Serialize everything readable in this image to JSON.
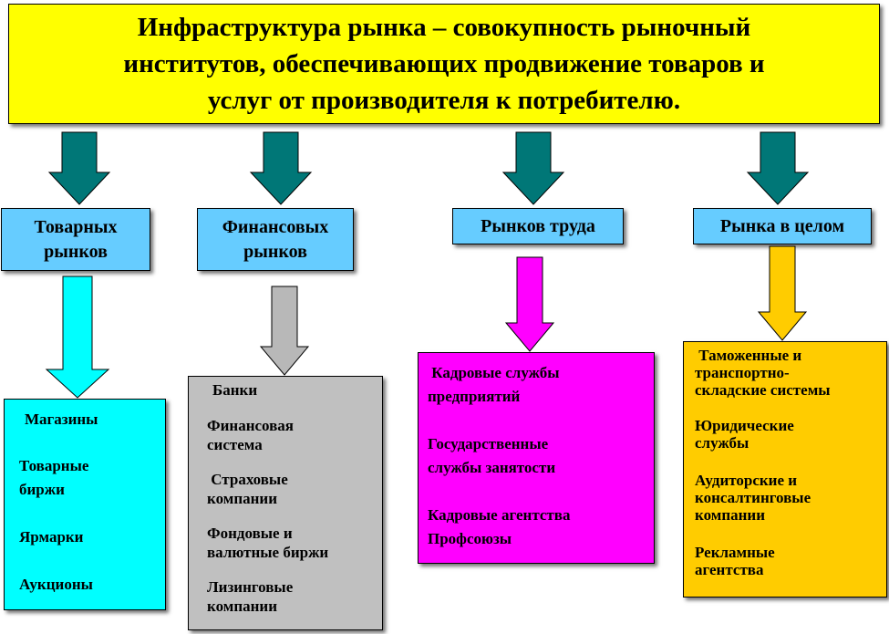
{
  "colors": {
    "title_bg": "#ffff00",
    "category_bg": "#66ccff",
    "arrow_teal": "#007777",
    "arrow_cyan": "#00ffff",
    "arrow_gray": "#b8b8b8",
    "arrow_magenta": "#ff00ff",
    "arrow_gold": "#ffcc00",
    "box_cyan": "#00ffff",
    "box_gray": "#c0c0c0",
    "box_magenta": "#ff00ff",
    "box_gold": "#ffcc00"
  },
  "title": {
    "line1": "Инфраструктура рынка – совокупность рыночный",
    "line2": "институтов, обеспечивающих продвижение товаров и",
    "line3": "услуг от производителя к потребителю."
  },
  "categories": [
    {
      "line1": "Товарных",
      "line2": "рынков"
    },
    {
      "line1": "Финансовых",
      "line2": "рынков"
    },
    {
      "line1": "Рынков труда"
    },
    {
      "line1": "Рынка в целом"
    }
  ],
  "lists": {
    "goods": [
      "Магазины",
      "Товарные",
      "биржи",
      "Ярмарки",
      "Аукционы"
    ],
    "finance": [
      "Банки",
      "Финансовая",
      "система",
      " Страховые",
      "компании",
      "Фондовые и",
      "валютные биржи",
      "Лизинговые",
      "компании"
    ],
    "labor": [
      " Кадровые службы",
      "предприятий",
      "Государственные",
      "службы занятости",
      "Кадровые агентства",
      "Профсоюзы"
    ],
    "general": [
      " Таможенные и",
      "транспортно-",
      "складские системы",
      "Юридические",
      "службы",
      "Аудиторские и",
      "консалтинговые",
      "компании",
      "Рекламные",
      "агентства"
    ]
  }
}
